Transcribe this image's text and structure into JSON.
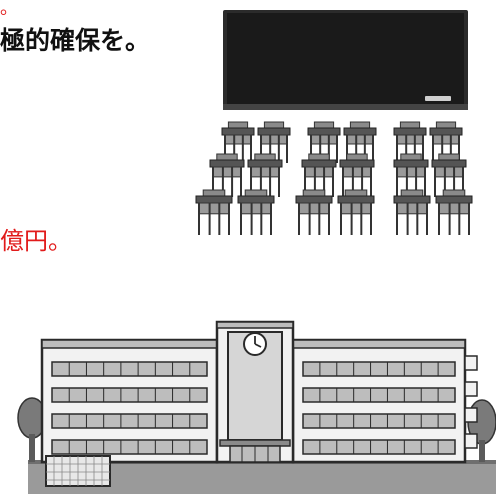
{
  "text": {
    "red_top": "。",
    "black_line": "極的確保を。",
    "red_mid": "億円。"
  },
  "colors": {
    "red_text": "#e11b1b",
    "black_text": "#111111",
    "chalkboard": "#1a1a1a",
    "desk_top": "#555555",
    "building_wall": "#f2f2f2",
    "window_fill": "#bdbdbd"
  },
  "icons": {
    "chalkboard": "chalkboard-illustration",
    "desks": "classroom-desks-illustration",
    "school": "school-building-illustration",
    "clock": "clock-icon",
    "goal": "soccer-goal-icon",
    "tree": "tree-icon"
  }
}
